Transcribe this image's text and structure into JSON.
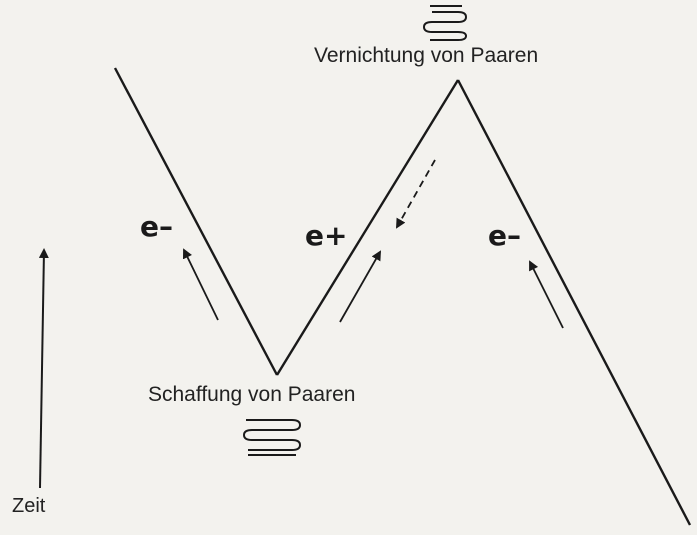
{
  "diagram": {
    "annihilation_label": "Vernichtung von Paaren",
    "creation_label": "Schaffung von Paaren",
    "time_axis_label": "Zeit",
    "particles": {
      "left": "e–",
      "middle": "e+",
      "right": "e–"
    },
    "colors": {
      "background": "#f3f2ee",
      "ink": "#1a1a1a"
    },
    "icons": [
      "photon-coil-icon",
      "time-arrow-icon"
    ]
  }
}
